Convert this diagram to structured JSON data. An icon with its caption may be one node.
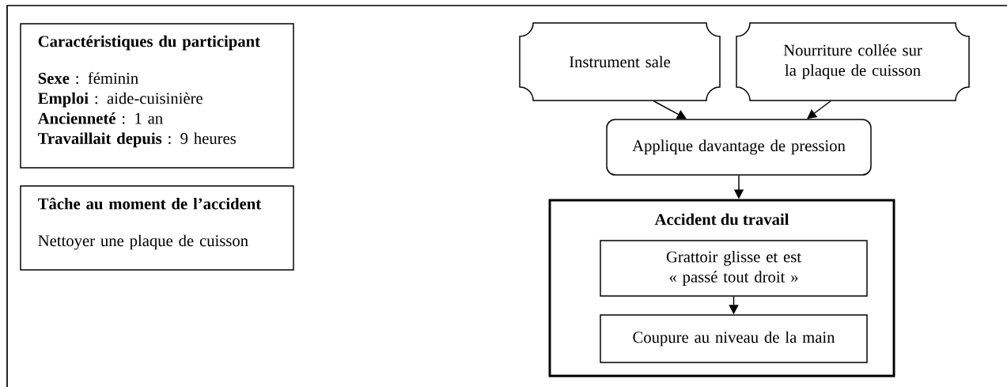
{
  "diagram": {
    "nodes": [
      {
        "text": [
          "Caractéristiques du participant",
          "**Sexe** : féminin",
          "**Emploi** : aide-cuisinière",
          "**Ancienneté** : 1 an",
          "**Travaillait depuis** : 9 heures"
        ]
      },
      {
        "text": [
          "Tâche au moment de l’accident",
          "Nettoyer une plaque de cuisson"
        ]
      },
      {
        "text": [
          "Instrument sale"
        ]
      },
      {
        "text": [
          "Nourriture collée sur la plaque de cuisson"
        ]
      },
      {
        "text": [
          "Applique davantage de pression"
        ]
      },
      {
        "text": [
          "Accident du travail"
        ]
      },
      {
        "text": [
          "Grattoir glisse et est « passé tout droit »"
        ],
        "in": 5
      },
      {
        "text": [
          "Coupure au niveau de la main"
        ],
        "in": 5
      }
    ],
    "edges": [
      {
        "from": 2,
        "to": 4,
        "arrow": "to"
      },
      {
        "from": 3,
        "to": 4,
        "arrow": "to"
      },
      {
        "from": 4,
        "to": 5,
        "arrow": "to"
      },
      {
        "from": 6,
        "to": 7,
        "arrow": "to"
      }
    ]
  }
}
